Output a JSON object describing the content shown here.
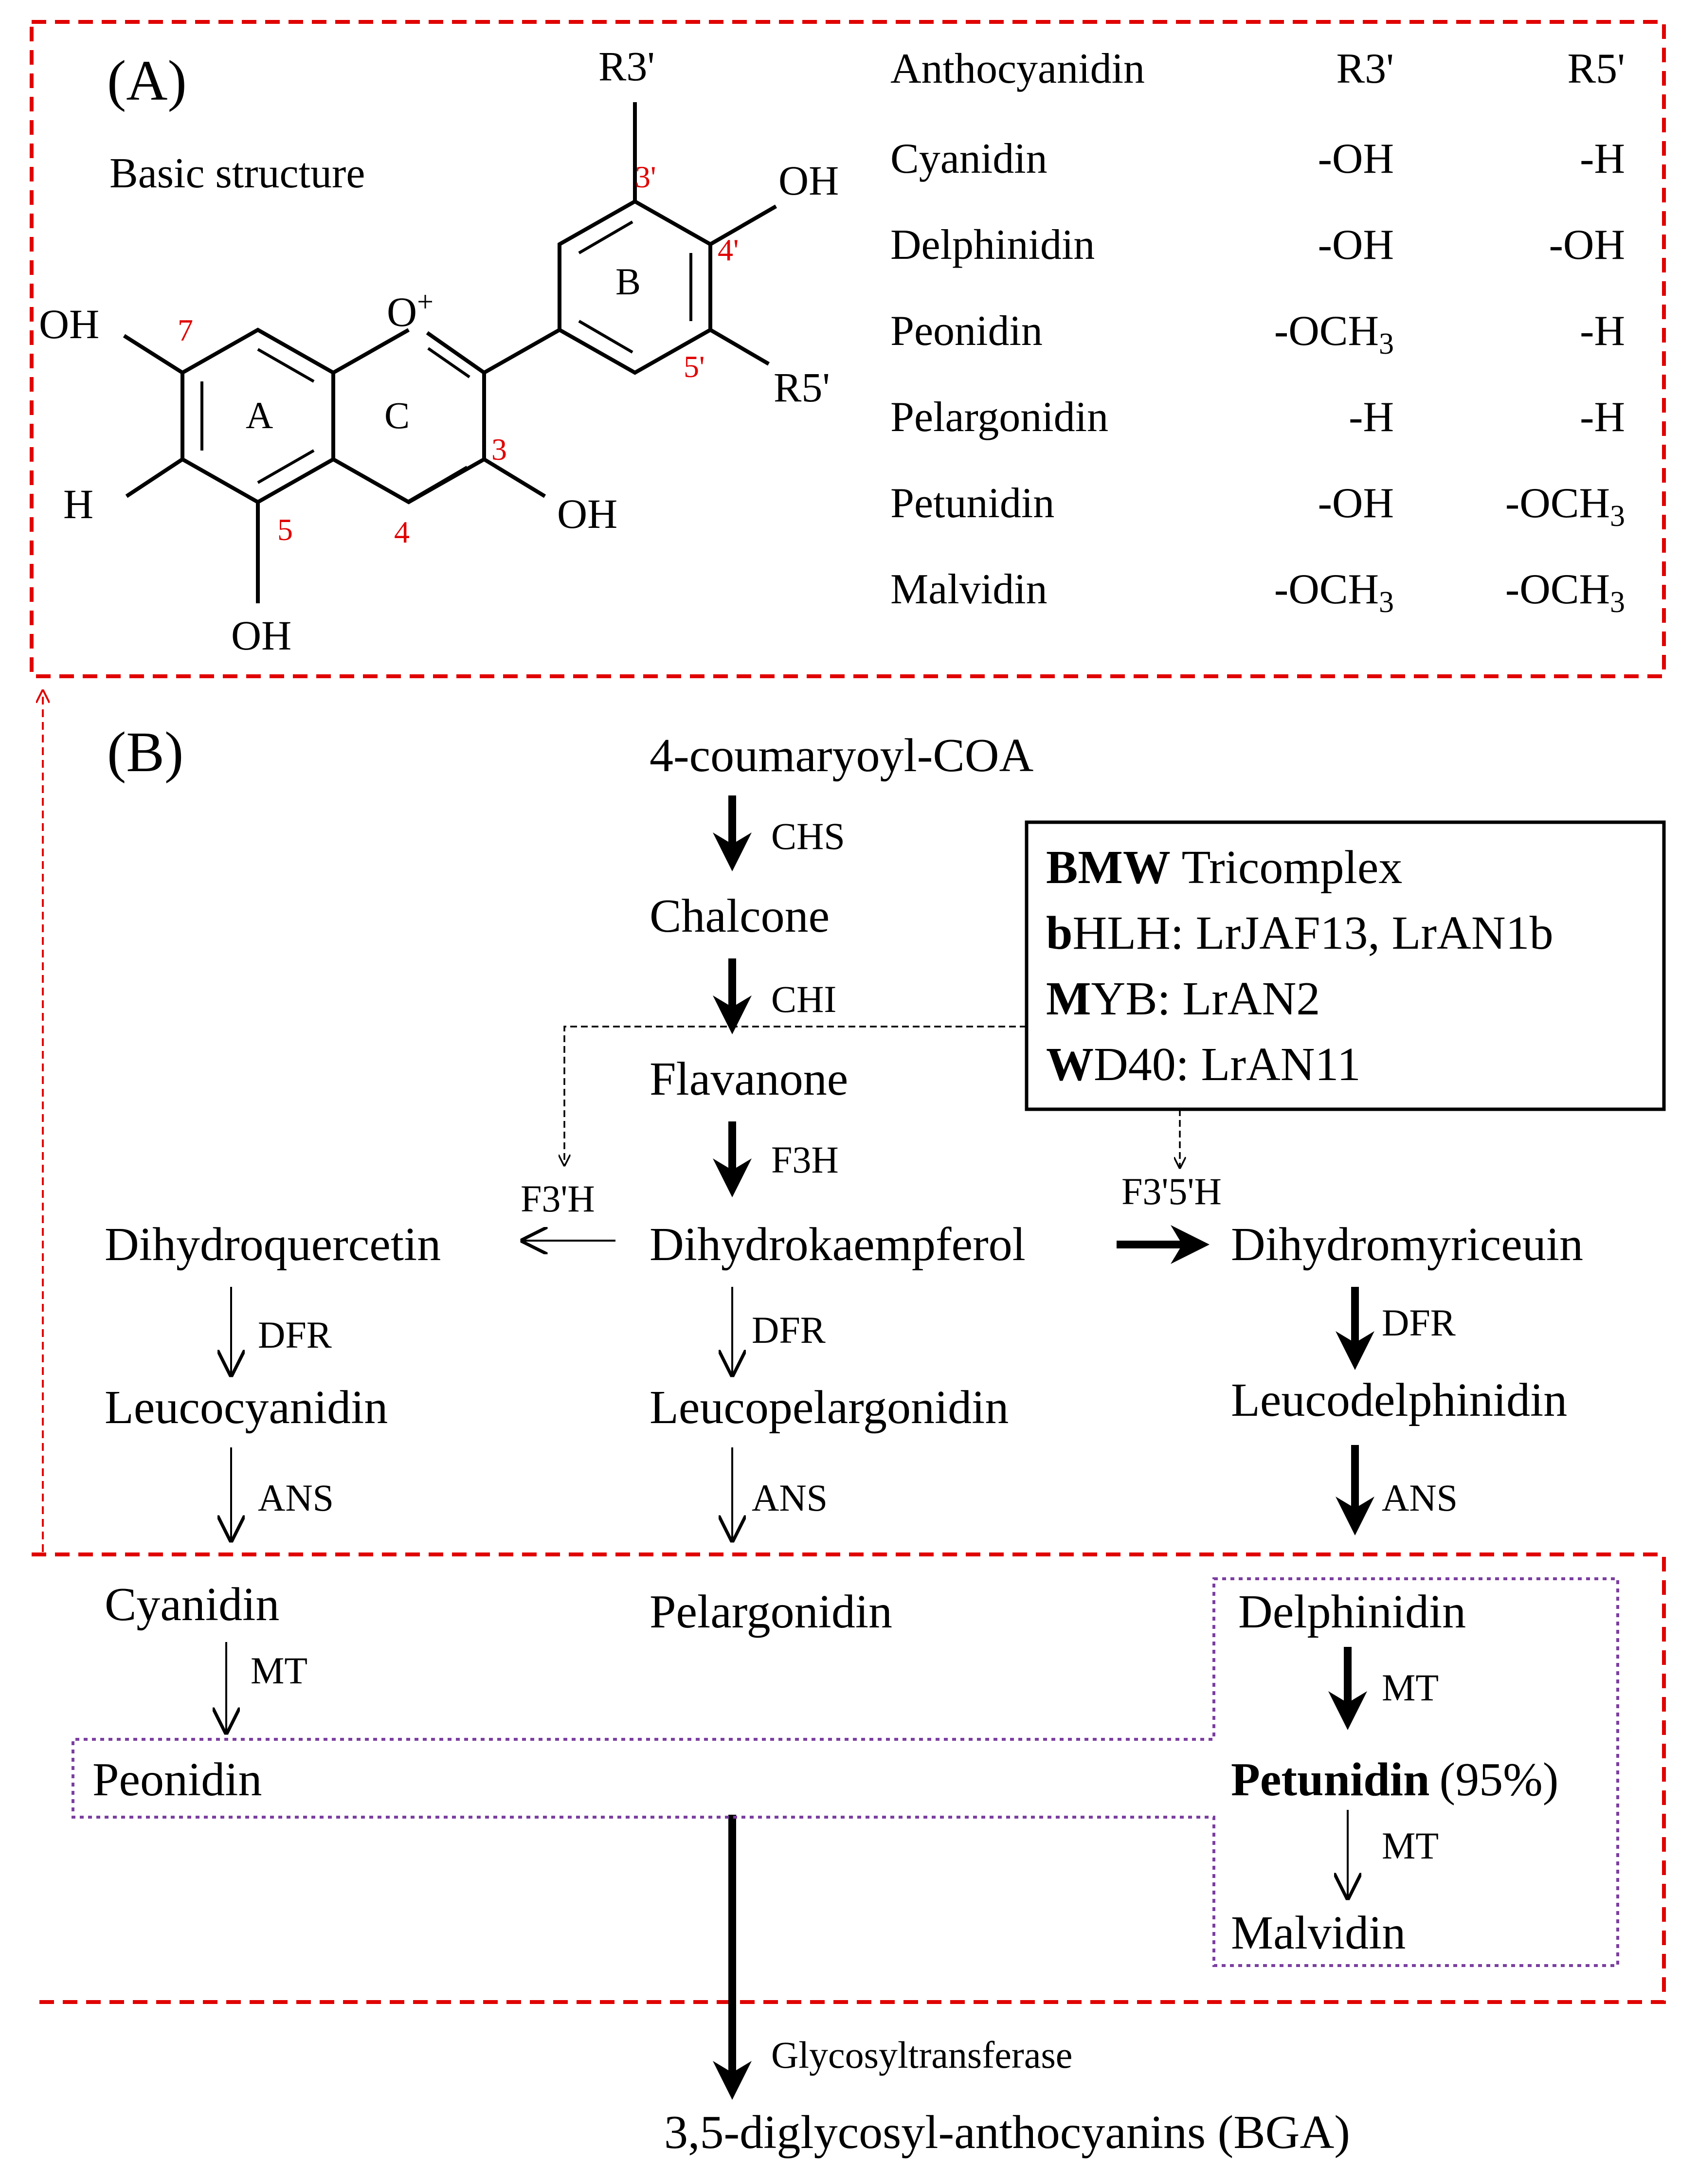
{
  "panel_a": {
    "label": "(A)",
    "basic_structure_label": "Basic structure",
    "atoms": {
      "r3": "R3'",
      "r5": "R5'",
      "oh_4p": "OH",
      "oh_7": "OH",
      "h_6": "H",
      "oh_3": "OH",
      "oh_5": "OH",
      "o_plus": "O+",
      "ring_a": "A",
      "ring_b": "B",
      "ring_c": "C"
    },
    "positions": {
      "p3p": "3'",
      "p4p": "4'",
      "p5p": "5'",
      "p7": "7",
      "p5": "5",
      "p4": "4",
      "p3": "3"
    },
    "table": {
      "headers": [
        "Anthocyanidin",
        "R3'",
        "R5'"
      ],
      "rows": [
        {
          "name": "Cyanidin",
          "r3": "-OH",
          "r5": "-H"
        },
        {
          "name": "Delphinidin",
          "r3": "-OH",
          "r5": "-OH"
        },
        {
          "name": "Peonidin",
          "r3": "-OCH3",
          "r5": "-H"
        },
        {
          "name": "Pelargonidin",
          "r3": "-H",
          "r5": "-H"
        },
        {
          "name": "Petunidin",
          "r3": "-OH",
          "r5": "-OCH3"
        },
        {
          "name": "Malvidin",
          "r3": "-OCH3",
          "r5": "-OCH3"
        }
      ]
    }
  },
  "panel_b": {
    "label": "(B)",
    "compounds": {
      "coumaroyl": "4-coumaryoyl-COA",
      "chalcone": "Chalcone",
      "flavanone": "Flavanone",
      "dihydroquercetin": "Dihydroquercetin",
      "dihydrokaempferol": "Dihydrokaempferol",
      "dihydromyricetin": "Dihydromyriceuin",
      "leucocyanidin": "Leucocyanidin",
      "leucopelargonidin": "Leucopelargonidin",
      "leucodelphinidin": "Leucodelphinidin",
      "cyanidin": "Cyanidin",
      "pelargonidin": "Pelargonidin",
      "delphinidin": "Delphinidin",
      "peonidin": "Peonidin",
      "petunidin": "Petunidin",
      "petunidin_pct": "(95%)",
      "malvidin": "Malvidin",
      "bga": "3,5-diglycosyl-anthocyanins (BGA)"
    },
    "enzymes": {
      "chs": "CHS",
      "chi": "CHI",
      "f3h": "F3H",
      "f3ph": "F3'H",
      "f35h": "F3'5'H",
      "dfr": "DFR",
      "ans": "ANS",
      "mt": "MT",
      "gt": "Glycosyltransferase"
    },
    "bmw_box": {
      "line1_bold": "BMW",
      "line1_rest": " Tricomplex",
      "line2_bold": "b",
      "line2_rest": "HLH: LrJAF13, LrAN1b",
      "line3_bold": "M",
      "line3_rest": "YB: LrAN2",
      "line4_bold": "W",
      "line4_rest": "D40: LrAN11"
    }
  },
  "colors": {
    "red_dash": "#e00000",
    "purple_dot": "#7b3fa0",
    "black": "#000000"
  }
}
